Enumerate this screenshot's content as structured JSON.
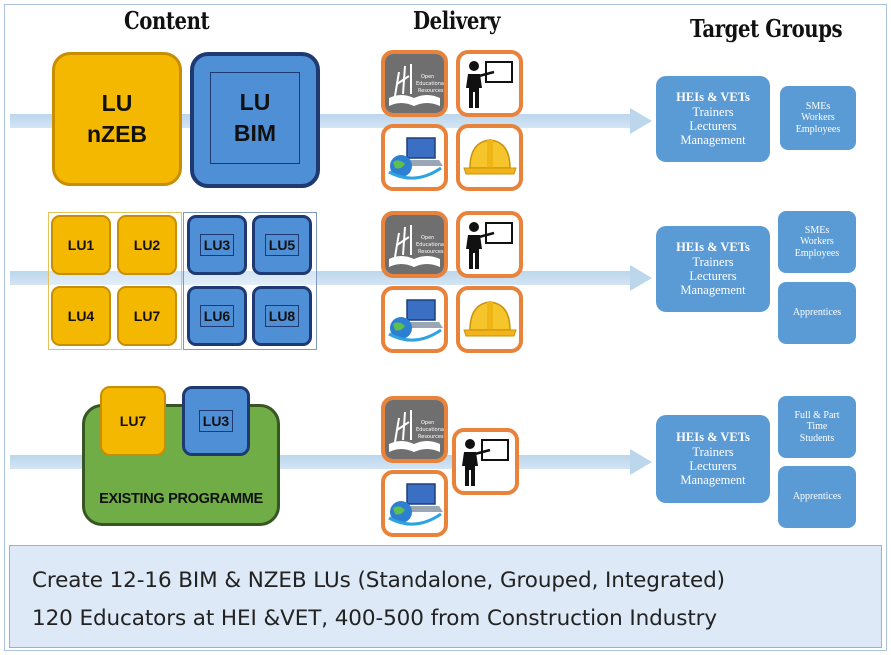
{
  "headers": {
    "content": "Content",
    "delivery": "Delivery",
    "target_groups": "Target Groups"
  },
  "row1": {
    "lu_nzeb": "LU\nnZEB",
    "lu_bim": "LU\nBIM",
    "target_main": {
      "title": "HEIs & VETs",
      "lines": [
        "Trainers",
        "Lecturers",
        "Management"
      ]
    },
    "target_side": [
      "SMEs",
      "Workers",
      "Employees"
    ]
  },
  "row2": {
    "yellow_units": [
      "LU1",
      "LU2",
      "LU4",
      "LU7"
    ],
    "blue_units": [
      "LU3",
      "LU5",
      "LU6",
      "LU8"
    ],
    "target_main": {
      "title": "HEIs & VETs",
      "lines": [
        "Trainers",
        "Lecturers",
        "Management"
      ]
    },
    "target_side_top": [
      "SMEs",
      "Workers",
      "Employees"
    ],
    "target_side_bottom": "Apprentices"
  },
  "row3": {
    "yellow_unit": "LU7",
    "blue_unit": "LU3",
    "programme_label": "EXISTING PROGRAMME",
    "target_main": {
      "title": "HEIs & VETs",
      "lines": [
        "Trainers",
        "Lecturers",
        "Management"
      ]
    },
    "target_side_top": [
      "Full & Part",
      "Time",
      "Students"
    ],
    "target_side_bottom": "Apprentices"
  },
  "oer_label": [
    "Open",
    "Educational",
    "Resources"
  ],
  "footer": {
    "line1": "Create 12-16 BIM & NZEB LUs (Standalone, Grouped, Integrated)",
    "line2": "120 Educators at HEI &VET, 400-500 from Construction Industry"
  },
  "colors": {
    "lu_yellow": "#f5b800",
    "lu_blue": "#4f8fd6",
    "programme_green": "#70ad47",
    "delivery_orange": "#e9823a",
    "target_blue": "#5b9bd5",
    "footer_bg": "#dde9f6"
  },
  "icons": {
    "oer": "open-book-oer-icon",
    "trainer": "teacher-at-board-icon",
    "elearning": "globe-laptop-icon",
    "construction": "hard-hat-icon"
  }
}
